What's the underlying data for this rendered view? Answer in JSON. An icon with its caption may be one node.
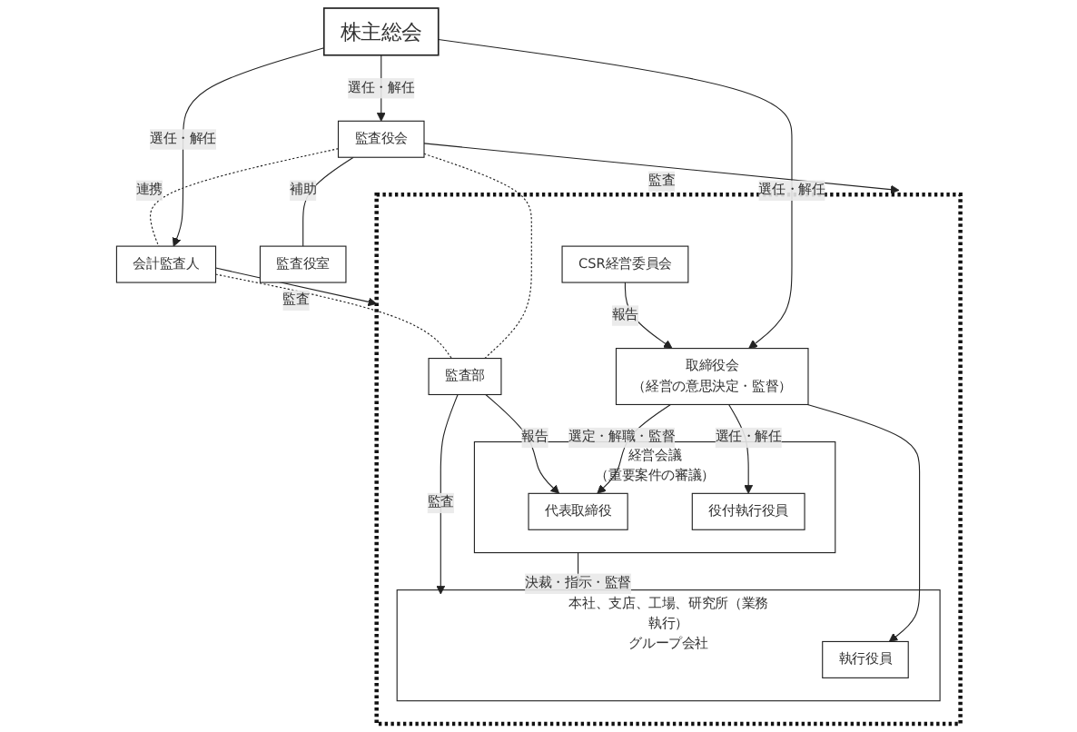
{
  "diagram": {
    "nodes": [
      {
        "text": [
          "株主総会"
        ]
      },
      {
        "text": [],
        "shape": "box"
      },
      {
        "text": [
          "取締役会",
          "（経営の意思決定・監督）"
        ],
        "in": 1
      },
      {
        "text": [
          "経営会議",
          "（重要案件の審議）"
        ],
        "in": 1
      },
      {
        "text": [
          "代表取締役"
        ],
        "in": 3
      },
      {
        "text": [
          "役付執行役員"
        ],
        "in": 3
      },
      {
        "text": [
          "本社、支店、工場、研究所（業務執行）",
          "グループ会社"
        ],
        "in": 1
      },
      {
        "text": [
          "執行役員"
        ],
        "in": 6
      },
      {
        "text": [
          "CSR経営委員会"
        ],
        "in": 1
      },
      {
        "text": [
          "監査部"
        ],
        "in": 1
      },
      {
        "text": [
          "監査役会"
        ]
      },
      {
        "text": [
          "監査役室"
        ]
      },
      {
        "text": [
          "会計監査人"
        ]
      }
    ],
    "edges": [
      {
        "from": 0,
        "to": 2,
        "arrow": "to",
        "label": "選任・解任"
      },
      {
        "from": 0,
        "to": 10,
        "arrow": "to",
        "label": "選任・解任"
      },
      {
        "from": 0,
        "to": 12,
        "arrow": "to",
        "label": "選任・解任"
      },
      {
        "from": 10,
        "to": 1,
        "arrow": "to",
        "label": "監査"
      },
      {
        "from": 10,
        "to": 11,
        "arrow": "none",
        "label": "補助"
      },
      {
        "from": 10,
        "to": 12,
        "arrow": "none",
        "label": "連携",
        "style": "dashed"
      },
      {
        "from": 10,
        "to": 9,
        "arrow": "none",
        "style": "dashed"
      },
      {
        "from": 12,
        "to": 9,
        "arrow": "none",
        "style": "dashed"
      },
      {
        "from": 12,
        "to": 1,
        "arrow": "to",
        "label": "監査"
      },
      {
        "from": 2,
        "to": 4,
        "arrow": "to",
        "label": "選定・解職・監督"
      },
      {
        "from": 2,
        "to": 5,
        "arrow": "to",
        "label": "選任・解任"
      },
      {
        "from": 2,
        "to": 7,
        "arrow": "to"
      },
      {
        "from": 3,
        "to": 6,
        "arrow": "to",
        "label": "決裁・指示・監督"
      },
      {
        "from": 8,
        "to": 2,
        "arrow": "to",
        "label": "報告"
      },
      {
        "from": 9,
        "to": 4,
        "arrow": "to",
        "label": "報告"
      },
      {
        "from": 9,
        "to": 6,
        "arrow": "to",
        "label": "監査"
      }
    ]
  }
}
